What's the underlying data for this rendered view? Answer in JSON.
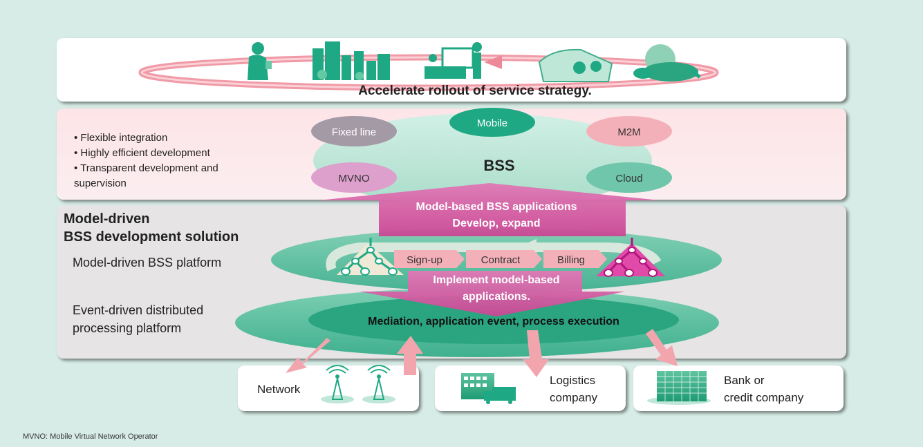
{
  "banner": {
    "title": "Accelerate rollout of service strategy."
  },
  "bss": {
    "bullets": [
      "• Flexible integration",
      "• Highly efficient development",
      "• Transparent development and",
      "supervision"
    ],
    "center_label": "BSS",
    "channels": {
      "fixed_line": "Fixed line",
      "mobile": "Mobile",
      "m2m": "M2M",
      "mvno": "MVNO",
      "cloud": "Cloud"
    },
    "colors": {
      "fixed_line": "#a49aa6",
      "mobile": "#1fa884",
      "m2m": "#f4b0b8",
      "mvno": "#dda0cc",
      "cloud": "#6fc6aa"
    }
  },
  "solution": {
    "title_line1": "Model-driven",
    "title_line2": "BSS development solution",
    "platform_label": "Model-driven BSS platform",
    "event_label_line1": "Event-driven distributed",
    "event_label_line2": "processing platform",
    "up_arrow_line1": "Model-based BSS applications",
    "up_arrow_line2": "Develop, expand",
    "down_arrow_line1": "Implement model-based",
    "down_arrow_line2": "applications.",
    "steps": [
      "Sign-up",
      "Contract",
      "Billing"
    ],
    "mediation": "Mediation, application event, process execution"
  },
  "entities": {
    "network": "Network",
    "logistics_line1": "Logistics",
    "logistics_line2": "company",
    "bank_line1": "Bank or",
    "bank_line2": "credit company"
  },
  "footnote": "MVNO: Mobile Virtual Network Operator"
}
